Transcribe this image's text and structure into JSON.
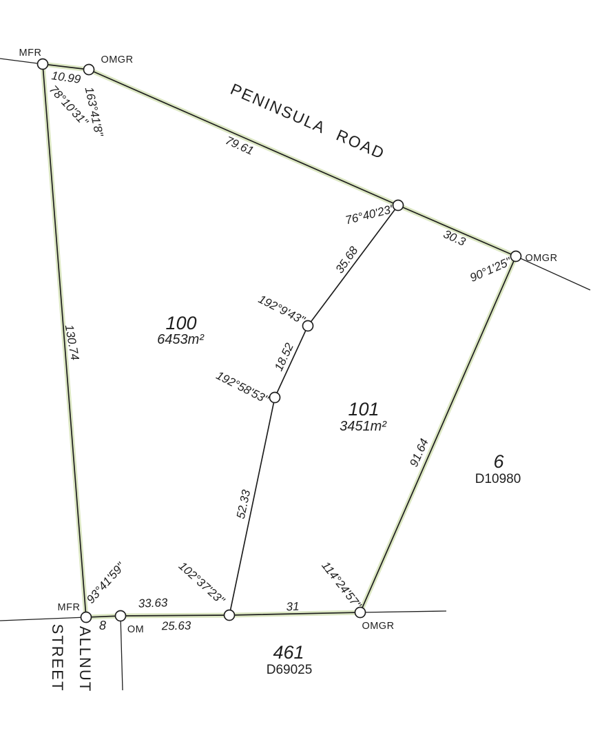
{
  "document_type": "cadastral survey plan",
  "colors": {
    "highlight": "#dce7c3",
    "line": "#1e1e1e",
    "background": "#ffffff"
  },
  "roads": {
    "peninsula": "PENINSULA ROAD",
    "allnut_word1": "ALLNUT",
    "allnut_word2": "STREET"
  },
  "lots": {
    "lot100": {
      "number": "100",
      "area": "6453m²"
    },
    "lot101": {
      "number": "101",
      "area": "3451m²"
    },
    "lot6": {
      "number": "6",
      "plan": "D10980"
    },
    "lot461": {
      "number": "461",
      "plan": "D69025"
    },
    "lot8": {
      "number": "8"
    }
  },
  "marks": {
    "top_left": "MFR",
    "top": "OMGR",
    "right": "OMGR",
    "bottom_left": "MFR",
    "bottom": "OM",
    "bottom_right": "OMGR"
  },
  "distances": {
    "road_nw": "10.99",
    "road_main": "79.61",
    "road_se": "30.3",
    "west": "130.74",
    "east": "91.64",
    "interior_upper": "35.68",
    "interior_mid": "18.52",
    "interior_lower": "52.33",
    "south_west": "33.63",
    "south_om": "25.63",
    "south_east": "31"
  },
  "bearings": {
    "nw_outer": "78°10'31\"",
    "nw_inner": "163°41'8\"",
    "road_mid": "76°40'23\"",
    "ne": "90°1'25\"",
    "interior_upper": "192°9'43\"",
    "interior_mid": "192°58'53\"",
    "sw": "93°41'59\"",
    "south_mid": "102°37'23\"",
    "se": "114°24'57\""
  }
}
